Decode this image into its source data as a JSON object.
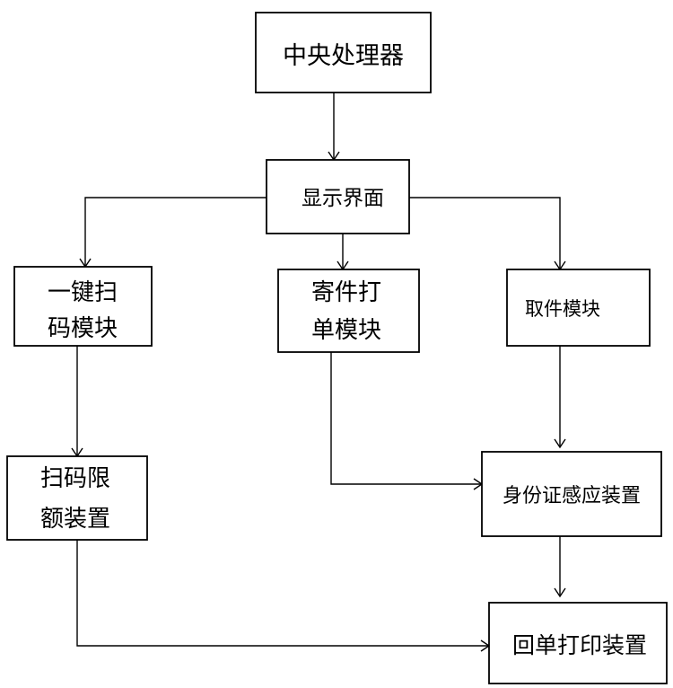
{
  "nodes": {
    "cpu": {
      "lines": [
        "中央处理器"
      ]
    },
    "display": {
      "lines": [
        "显示界面"
      ]
    },
    "scan": {
      "lines": [
        "一键扫",
        "码模块"
      ]
    },
    "send": {
      "lines": [
        "寄件打",
        "单模块"
      ]
    },
    "pickup": {
      "lines": [
        "取件模块"
      ]
    },
    "limit": {
      "lines": [
        "扫码限",
        "额装置"
      ]
    },
    "idcard": {
      "lines": [
        "身份证感应装置"
      ]
    },
    "printer": {
      "lines": [
        "回单打印装置"
      ]
    }
  },
  "edges": [
    {
      "from": "cpu",
      "to": "display"
    },
    {
      "from": "display",
      "to": "scan"
    },
    {
      "from": "display",
      "to": "send"
    },
    {
      "from": "display",
      "to": "pickup"
    },
    {
      "from": "scan",
      "to": "limit"
    },
    {
      "from": "send",
      "to": "idcard"
    },
    {
      "from": "pickup",
      "to": "idcard"
    },
    {
      "from": "idcard",
      "to": "printer"
    },
    {
      "from": "limit",
      "to": "printer"
    }
  ]
}
